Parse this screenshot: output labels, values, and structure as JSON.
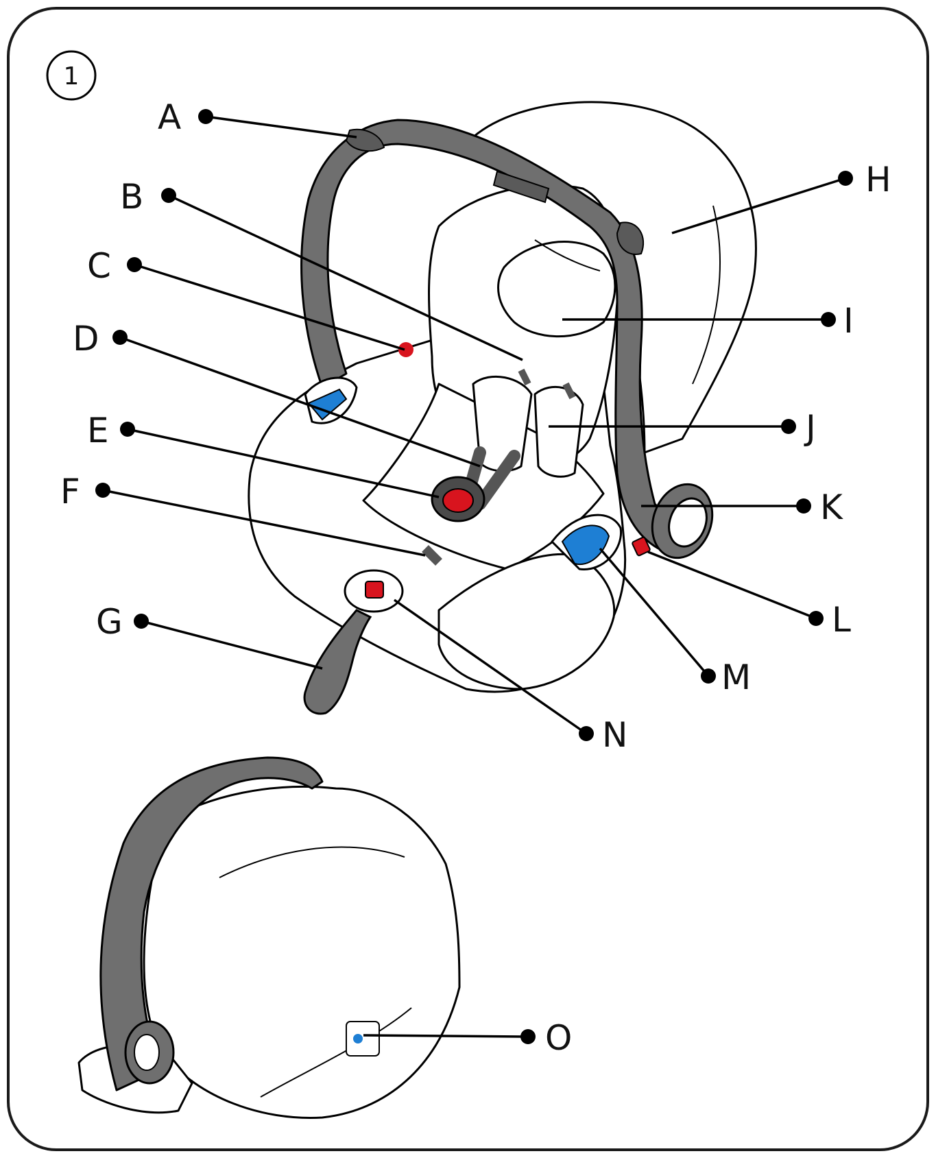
{
  "step_number": "1",
  "labels": {
    "a": "A",
    "b": "B",
    "c": "C",
    "d": "D",
    "e": "E",
    "f": "F",
    "g": "G",
    "h": "H",
    "i": "I",
    "j": "J",
    "k": "K",
    "l": "L",
    "m": "M",
    "n": "N",
    "o": "O"
  },
  "colors": {
    "handle_gray": "#6f6f6f",
    "accent_blue": "#1e7fd4",
    "accent_red": "#d8141e",
    "outline": "#000000",
    "frame_border": "#1a1a1a"
  }
}
